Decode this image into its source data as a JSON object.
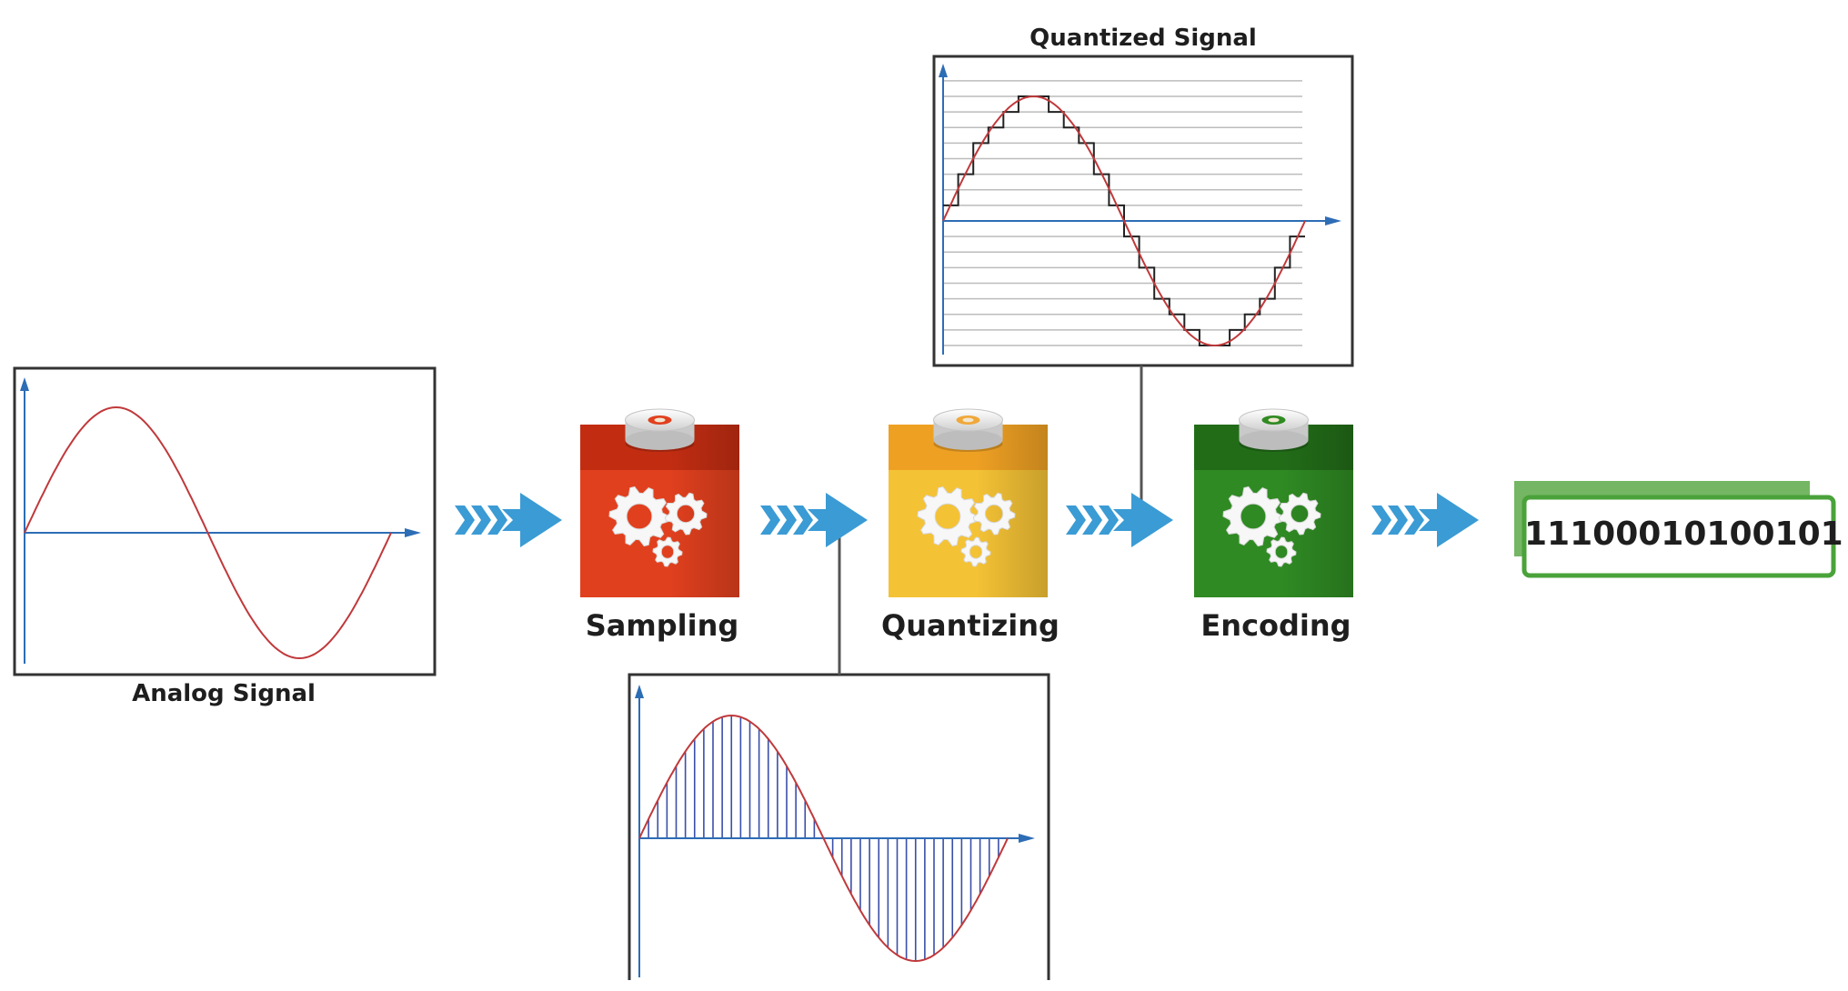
{
  "captions": {
    "analog": "Analog Signal",
    "quantized": "Quantized Signal"
  },
  "stages": [
    {
      "key": "sampling",
      "label": "Sampling",
      "body_color": "#e1401e",
      "top_color": "#c22d12",
      "accent_color": "#e1401e"
    },
    {
      "key": "quantizing",
      "label": "Quantizing",
      "body_color": "#f4c235",
      "top_color": "#eea023",
      "accent_color": "#f0a83a"
    },
    {
      "key": "encoding",
      "label": "Encoding",
      "body_color": "#2f8a23",
      "top_color": "#226c18",
      "accent_color": "#2f8a23"
    }
  ],
  "output": {
    "code": "11100010100101",
    "border_color": "#4aa23a",
    "shadow_color": "#74b663"
  },
  "colors": {
    "signal": "#c0393b",
    "axis": "#2d6db5",
    "arrow": "#3b9bd4",
    "frame": "#333333",
    "gridline": "#bcbcbc",
    "sample_line": "#3b4fa8"
  },
  "icons": [
    "gears-icon",
    "chevron-arrow-icon",
    "connector-dot-icon"
  ]
}
